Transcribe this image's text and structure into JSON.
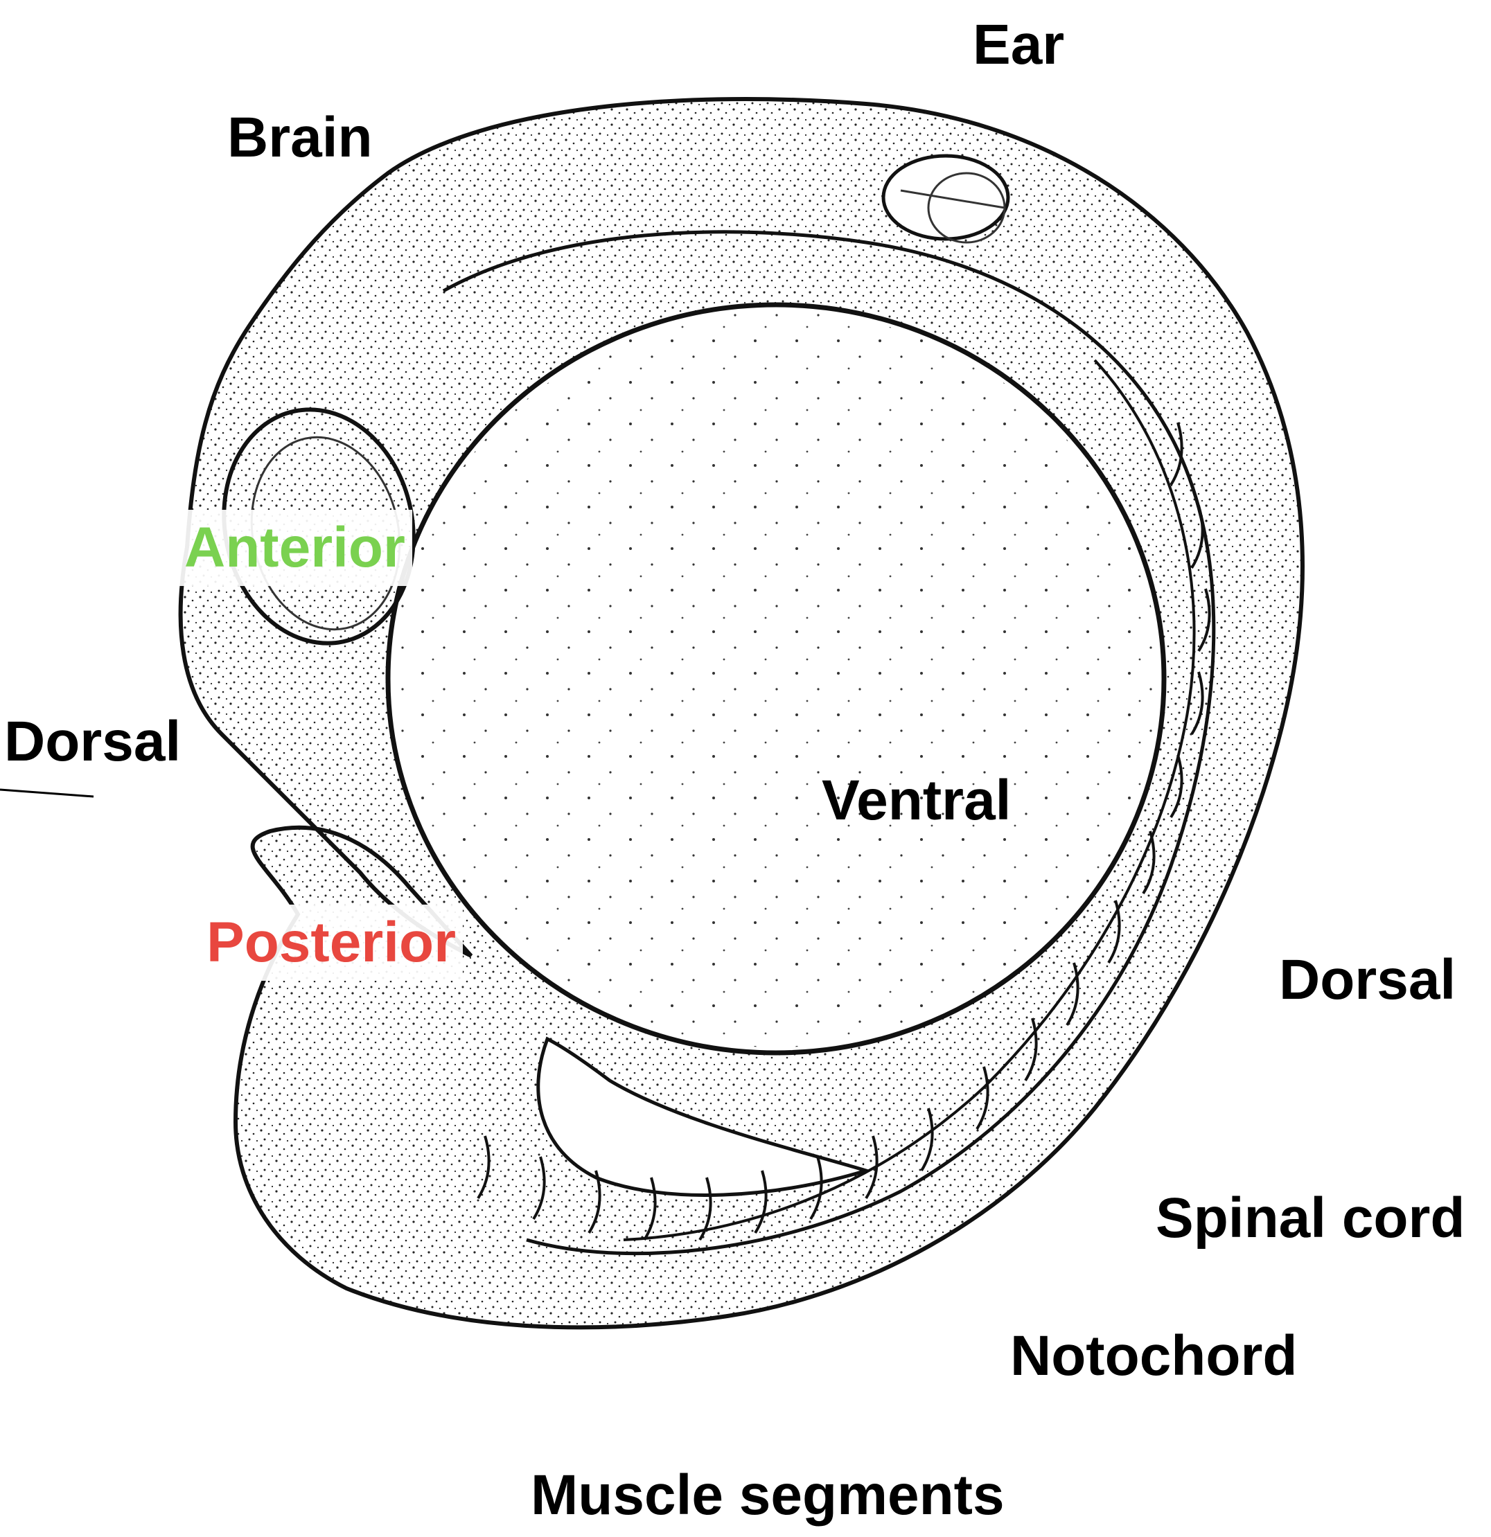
{
  "diagram": {
    "labels": {
      "ear": "Ear",
      "brain": "Brain",
      "anterior": "Anterior",
      "dorsal_left": "Dorsal",
      "ventral": "Ventral",
      "posterior": "Posterior",
      "dorsal_right": "Dorsal",
      "spinal_cord": "Spinal cord",
      "notochord": "Notochord",
      "muscle_segments": "Muscle segments"
    },
    "colors": {
      "text": "#000000",
      "anterior": "#7ad150",
      "posterior": "#e8473f",
      "ink": "#111111",
      "background": "#ffffff"
    }
  }
}
